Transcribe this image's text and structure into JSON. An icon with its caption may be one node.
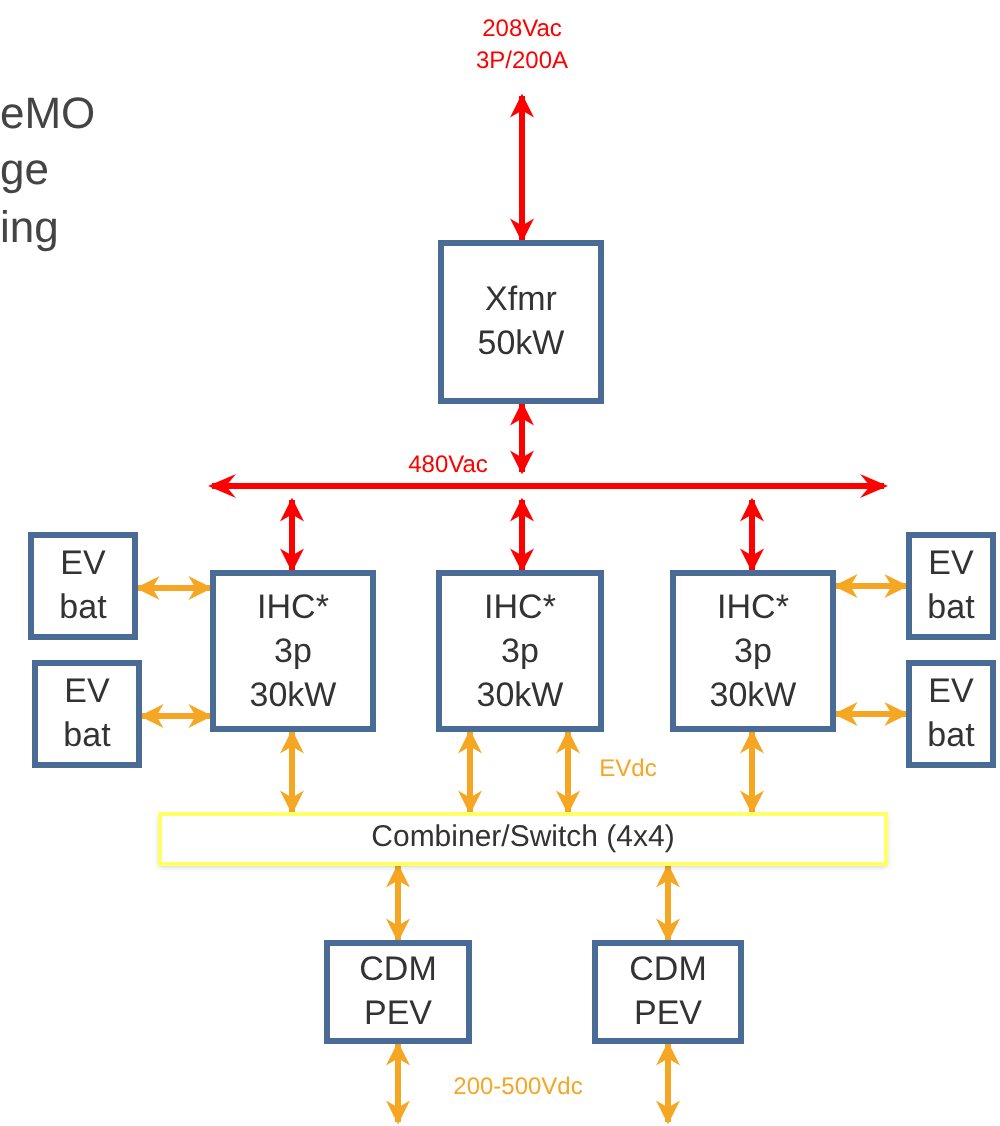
{
  "diagram": {
    "nodes": [
      {
        "text": [
          "Xfmr 50kW"
        ]
      },
      {
        "text": [],
        "shape": "bar"
      },
      {
        "text": [
          "IHC* 3p 30kW"
        ]
      },
      {
        "text": [
          "IHC* 3p 30kW"
        ]
      },
      {
        "text": [
          "IHC* 3p 30kW"
        ]
      },
      {
        "text": [
          "EV bat"
        ]
      },
      {
        "text": [
          "EV bat"
        ]
      },
      {
        "text": [
          "EV bat"
        ]
      },
      {
        "text": [
          "EV bat"
        ]
      },
      {
        "text": [
          "Combiner/Switch (4x4)"
        ]
      },
      {
        "text": [
          "CDM PEV"
        ]
      },
      {
        "text": [
          "CDM PEV"
        ]
      }
    ],
    "edges": [
      {
        "from": null,
        "to": 0,
        "arrow": "both",
        "label": "208Vac 3P/200A",
        "color": "#ff0000"
      },
      {
        "from": 0,
        "to": 1,
        "arrow": "both",
        "label": "480Vac",
        "color": "#ff0000"
      },
      {
        "from": 1,
        "to": 2,
        "arrow": "both",
        "color": "#ff0000"
      },
      {
        "from": 1,
        "to": 3,
        "arrow": "both",
        "color": "#ff0000"
      },
      {
        "from": 1,
        "to": 4,
        "arrow": "both",
        "color": "#ff0000"
      },
      {
        "from": 5,
        "to": 2,
        "arrow": "both"
      },
      {
        "from": 6,
        "to": 2,
        "arrow": "both"
      },
      {
        "from": 4,
        "to": 7,
        "arrow": "both"
      },
      {
        "from": 4,
        "to": 8,
        "arrow": "both"
      },
      {
        "from": 2,
        "to": 9,
        "arrow": "both"
      },
      {
        "from": 3,
        "to": 9,
        "arrow": "both"
      },
      {
        "from": 3,
        "to": 9,
        "arrow": "both",
        "label": "EVdc"
      },
      {
        "from": 4,
        "to": 9,
        "arrow": "both"
      },
      {
        "from": 9,
        "to": 10,
        "arrow": "both"
      },
      {
        "from": 9,
        "to": 11,
        "arrow": "both"
      },
      {
        "from": 10,
        "to": null,
        "arrow": "both",
        "label": "200-500Vdc"
      },
      {
        "from": 11,
        "to": null,
        "arrow": "both"
      }
    ],
    "labels": [
      "eMO",
      "ge",
      "ing"
    ]
  }
}
